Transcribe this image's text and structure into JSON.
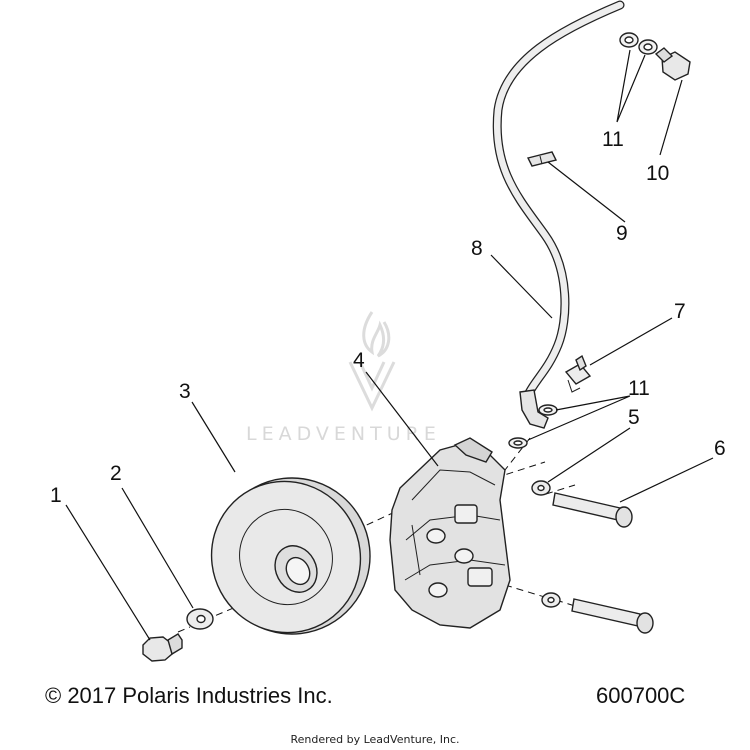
{
  "callouts": [
    {
      "id": "1",
      "label": "1"
    },
    {
      "id": "2",
      "label": "2"
    },
    {
      "id": "3",
      "label": "3"
    },
    {
      "id": "4",
      "label": "4"
    },
    {
      "id": "5",
      "label": "5"
    },
    {
      "id": "6",
      "label": "6"
    },
    {
      "id": "7",
      "label": "7"
    },
    {
      "id": "8",
      "label": "8"
    },
    {
      "id": "9",
      "label": "9"
    },
    {
      "id": "10",
      "label": "10"
    },
    {
      "id": "11a",
      "label": "11"
    },
    {
      "id": "11b",
      "label": "11"
    }
  ],
  "watermark": {
    "text": "LEADVENTURE"
  },
  "footer": {
    "copyright": "© 2017 Polaris Industries Inc.",
    "part_code": "600700C",
    "rendered_by": "Rendered by LeadVenture, Inc."
  },
  "colors": {
    "part_fill": "#e6e6e6",
    "part_shade": "#cfcfcf",
    "line": "#111111",
    "watermark": "#d8d8d8"
  }
}
